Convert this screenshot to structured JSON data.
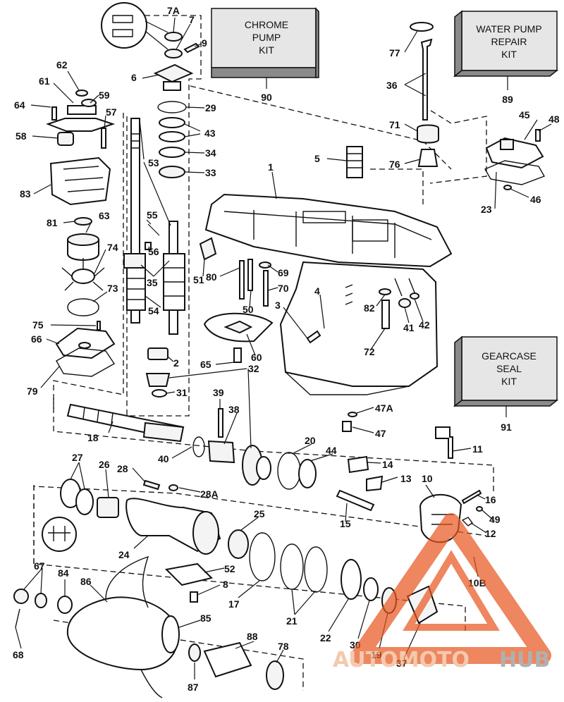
{
  "kits": [
    {
      "id": "chrome-pump-kit",
      "lines": [
        "CHROME",
        "PUMP",
        "KIT"
      ],
      "number": "90"
    },
    {
      "id": "water-pump-repair-kit",
      "lines": [
        "WATER PUMP",
        "REPAIR",
        "KIT"
      ],
      "number": "89"
    },
    {
      "id": "gearcase-seal-kit",
      "lines": [
        "GEARCASE",
        "SEAL",
        "KIT"
      ],
      "number": "91"
    }
  ],
  "part_numbers": [
    "7A",
    "7",
    "9",
    "6",
    "29",
    "43",
    "34",
    "33",
    "62",
    "61",
    "59",
    "64",
    "57",
    "58",
    "83",
    "53",
    "81",
    "63",
    "74",
    "73",
    "55",
    "56",
    "35",
    "54",
    "75",
    "66",
    "79",
    "2",
    "31",
    "32",
    "65",
    "60",
    "5",
    "1",
    "51",
    "80",
    "69",
    "50",
    "70",
    "3",
    "4",
    "82",
    "41",
    "42",
    "72",
    "77",
    "36",
    "71",
    "76",
    "45",
    "48",
    "23",
    "46",
    "39",
    "38",
    "18",
    "40",
    "20",
    "44",
    "14",
    "13",
    "10",
    "11",
    "47A",
    "47",
    "27",
    "26",
    "28",
    "28A",
    "16",
    "49",
    "12",
    "15",
    "24",
    "25",
    "52",
    "8",
    "17",
    "21",
    "22",
    "30",
    "19",
    "37",
    "10B",
    "67",
    "84",
    "86",
    "85",
    "88",
    "78",
    "87",
    "68"
  ],
  "watermark": {
    "brand_a": "AUTOMOTO",
    "brand_b": "HUB",
    "colors": {
      "accent": "#e8541e",
      "gray": "#8f8f8f"
    }
  }
}
